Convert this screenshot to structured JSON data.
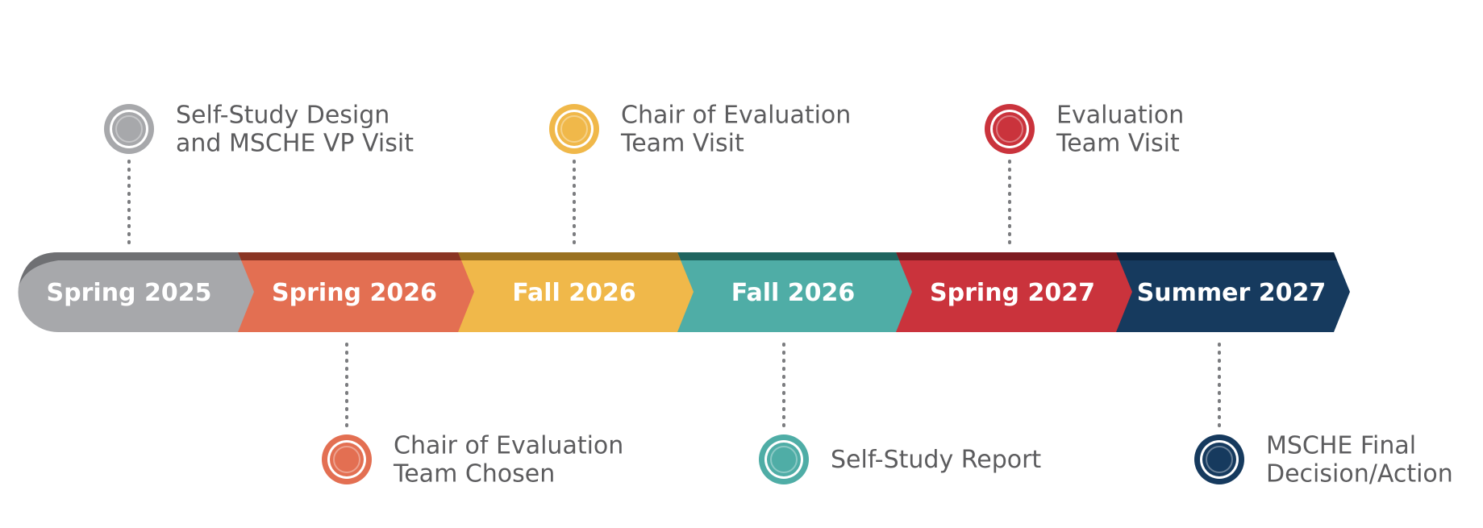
{
  "timeline": {
    "segments": [
      {
        "label": "Spring 2025",
        "color": "#a7a8ab",
        "shade": "#6f7073"
      },
      {
        "label": "Spring 2026",
        "color": "#e36f52",
        "shade": "#8a3524"
      },
      {
        "label": "Fall 2026",
        "color": "#f0b84a",
        "shade": "#9a7121"
      },
      {
        "label": "Fall 2026",
        "color": "#4fada6",
        "shade": "#1f6560"
      },
      {
        "label": "Spring 2027",
        "color": "#ca333c",
        "shade": "#7e1b21"
      },
      {
        "label": "Summer 2027",
        "color": "#163a5e",
        "shade": "#0c2540"
      }
    ],
    "events": [
      {
        "segment": 0,
        "side": "above",
        "lines": [
          "Self-Study Design",
          "and MSCHE VP Visit"
        ],
        "color": "#a7a8ab"
      },
      {
        "segment": 1,
        "side": "below",
        "lines": [
          "Chair of Evaluation",
          "Team Chosen"
        ],
        "color": "#e36f52"
      },
      {
        "segment": 2,
        "side": "above",
        "lines": [
          "Chair of Evaluation",
          "Team Visit"
        ],
        "color": "#f0b84a"
      },
      {
        "segment": 3,
        "side": "below",
        "lines": [
          "Self-Study Report"
        ],
        "color": "#4fada6"
      },
      {
        "segment": 4,
        "side": "above",
        "lines": [
          "Evaluation",
          "Team Visit"
        ],
        "color": "#ca333c"
      },
      {
        "segment": 5,
        "side": "below",
        "lines": [
          "MSCHE Final",
          "Decision/Action"
        ],
        "color": "#163a5e"
      }
    ]
  }
}
